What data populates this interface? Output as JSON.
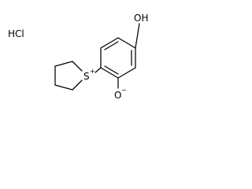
{
  "molecule": {
    "salt_label": "HCl",
    "hydroxyl_label": "OH",
    "sulfonium_label": "S",
    "sulfonium_charge": "+",
    "oxide_label": "O",
    "oxide_charge": "−",
    "bond_color": "#000000",
    "background_color": "#ffffff"
  }
}
